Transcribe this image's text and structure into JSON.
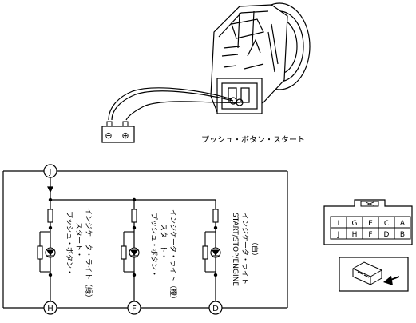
{
  "switch_label": "プッシュ・ボタン・スタート",
  "battery": {
    "minus": "⊖",
    "plus": "⊕"
  },
  "terminals": {
    "top": "J",
    "bottom": [
      "H",
      "F",
      "D"
    ]
  },
  "circuits": [
    {
      "lines": [
        "プッシュ・ボタン・",
        "スタート・",
        "インジケータ・ライト（緑）"
      ]
    },
    {
      "lines": [
        "プッシュ・ボタン・",
        "スタート・",
        "インジケータ・ライト（橙）"
      ]
    },
    {
      "lines": [
        "START/STOP/ENGINE",
        "インジケータ・ライト",
        "（白）"
      ]
    }
  ],
  "connector": {
    "row1": [
      "I",
      "G",
      "E",
      "C",
      "A"
    ],
    "row2": [
      "J",
      "H",
      "F",
      "D",
      "B"
    ]
  }
}
